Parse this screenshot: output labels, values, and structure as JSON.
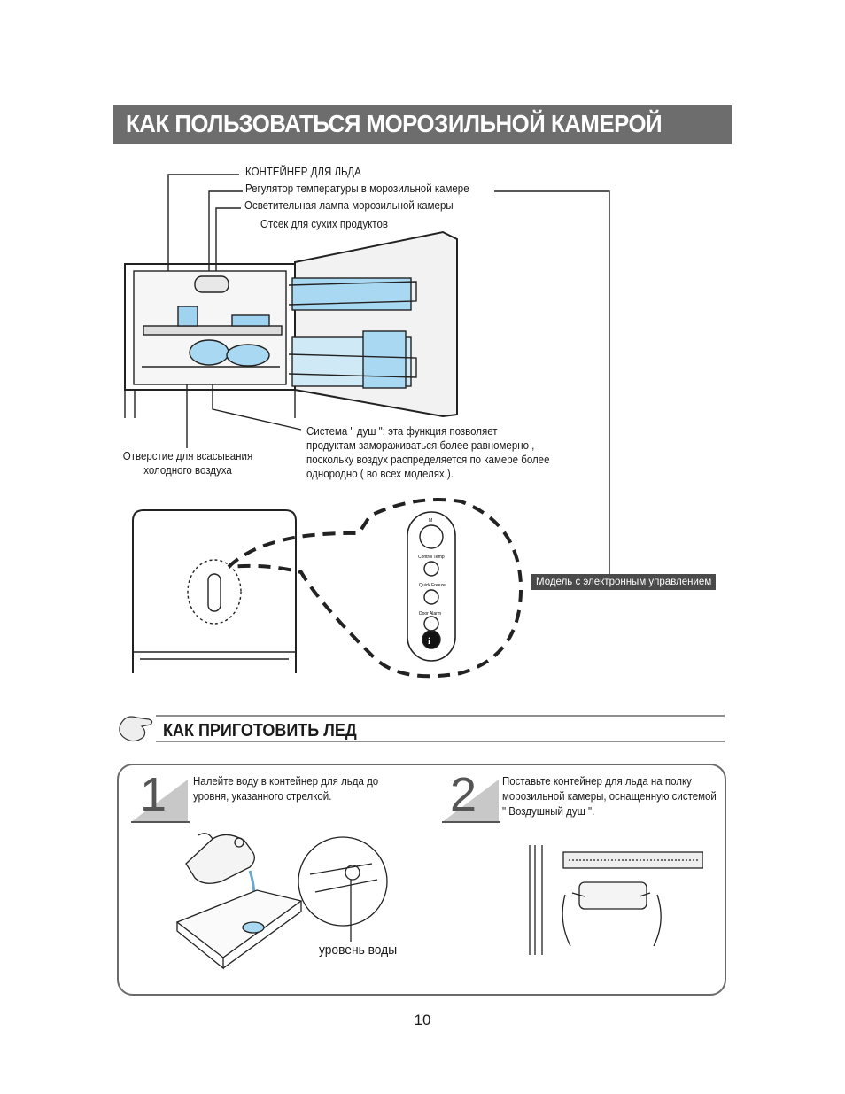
{
  "page": {
    "title": "КАК ПОЛЬЗОВАТЬСЯ МОРОЗИЛЬНОЙ КАМЕРОЙ",
    "page_number": "10"
  },
  "diagram": {
    "labels": {
      "ice_container": "КОНТЕЙНЕР ДЛЯ ЛЬДА",
      "temp_regulator": "Регулятор температуры в морозильной камере",
      "freezer_lamp": "Осветительная лампа морозильной камеры",
      "dry_food": "Отсек для сухих продуктов",
      "cold_air_hole_1": "Отверстие для всасывания",
      "cold_air_hole_2": "холодного воздуха",
      "shower_1": "Система \" душ \": эта функция позволяет",
      "shower_2": "продуктам замораживаться более равномерно ,",
      "shower_3": "поскольку воздух распределяется по камере более",
      "shower_4": "однородно ( во всех моделях ).",
      "electronic_model": "Модель с электронным управлением"
    },
    "panel": {
      "control_temp": "Control Temp",
      "quick_freeze": "Quick Freeze",
      "door_alarm": "Door Alarm",
      "dial_top": "M"
    }
  },
  "ice_section": {
    "title": "КАК ПРИГОТОВИТЬ ЛЕД",
    "steps": [
      {
        "number": "1",
        "line1": "Налейте воду в контейнер для льда до",
        "line2": "уровня, указанного стрелкой.",
        "line3": ""
      },
      {
        "number": "2",
        "line1": "Поставьте контейнер для льда на полку",
        "line2": "морозильной камеры, оснащенную системой",
        "line3": "\" Воздушный душ \"."
      }
    ],
    "water_level": "уровень воды"
  }
}
